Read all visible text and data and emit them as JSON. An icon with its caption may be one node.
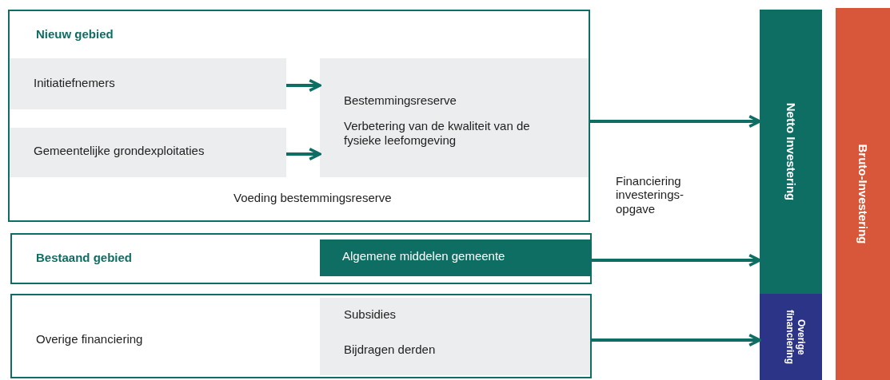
{
  "diagram": {
    "nodes": [
      {
        "text": [
          "Nieuw gebied",
          "Voeding bestemmingsreserve"
        ]
      },
      {
        "text": [
          "Initiatiefnemers"
        ],
        "in": 0
      },
      {
        "text": [
          "Gemeentelijke grondexploitaties"
        ],
        "in": 0
      },
      {
        "text": [
          "Bestemmingsreserve",
          "Verbetering van de kwaliteit van de fysieke leefomgeving"
        ],
        "in": 0
      },
      {
        "text": [
          "Bestaand gebied"
        ]
      },
      {
        "text": [
          "Algemene middelen gemeente"
        ],
        "in": 4
      },
      {
        "text": [
          "Overige financiering"
        ]
      },
      {
        "text": [
          "Subsidies",
          "Bijdragen derden"
        ],
        "in": 6
      },
      {
        "text": [
          "Netto Investering"
        ]
      },
      {
        "text": [
          "Overige financiering"
        ]
      },
      {
        "text": [
          "Bruto-Investering"
        ]
      }
    ],
    "edges": [
      {
        "from": 1,
        "to": 3,
        "arrow": "to"
      },
      {
        "from": 2,
        "to": 3,
        "arrow": "to"
      },
      {
        "from": 0,
        "to": 8,
        "arrow": "to"
      },
      {
        "from": 4,
        "to": 8,
        "arrow": "to"
      },
      {
        "from": 6,
        "to": 9,
        "arrow": "to"
      }
    ],
    "labels": [
      "Financiering investerings- opgave"
    ]
  }
}
